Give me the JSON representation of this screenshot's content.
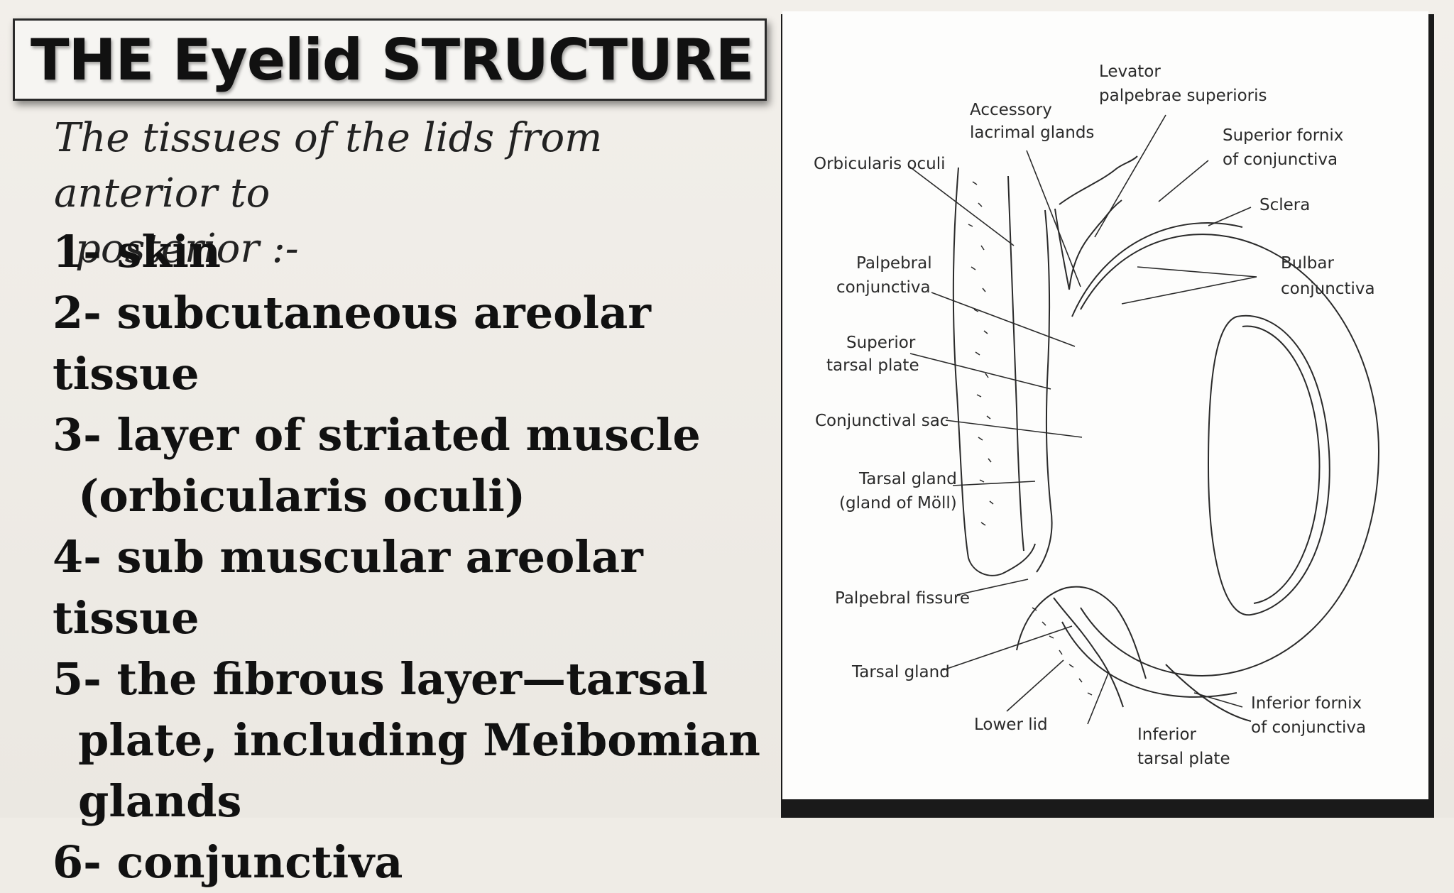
{
  "slide": {
    "title": "THE Eyelid STRUCTURE",
    "intro_line1": "The tissues of the lids from anterior to",
    "intro_line2": "posterior :-",
    "items": [
      {
        "line1": "1- skin"
      },
      {
        "line1": "2- subcutaneous areolar tissue"
      },
      {
        "line1": "3- layer of striated muscle",
        "line2": "(orbicularis oculi)"
      },
      {
        "line1": "4- sub muscular areolar tissue"
      },
      {
        "line1": "5- the fibrous layer—tarsal",
        "line2": "plate, including Meibomian",
        "line3": "glands"
      },
      {
        "line1": "6- conjunctiva"
      }
    ]
  },
  "diagram": {
    "labels": {
      "levator_1": "Levator",
      "levator_2": "palpebrae superioris",
      "accessory_1": "Accessory",
      "accessory_2": "lacrimal glands",
      "orbicularis": "Orbicularis oculi",
      "sup_fornix_1": "Superior fornix",
      "sup_fornix_2": "of conjunctiva",
      "sclera": "Sclera",
      "palpebral_conj_1": "Palpebral",
      "palpebral_conj_2": "conjunctiva",
      "bulbar_1": "Bulbar",
      "bulbar_2": "conjunctiva",
      "sup_tarsal_1": "Superior",
      "sup_tarsal_2": "tarsal plate",
      "conj_sac": "Conjunctival sac",
      "tarsal_gland_moll_1": "Tarsal gland",
      "tarsal_gland_moll_2": "(gland of Möll)",
      "palpebral_fissure": "Palpebral fissure",
      "tarsal_gland": "Tarsal gland",
      "lower_lid": "Lower lid",
      "inf_tarsal_1": "Inferior",
      "inf_tarsal_2": "tarsal plate",
      "inf_fornix_1": "Inferior fornix",
      "inf_fornix_2": "of conjunctiva"
    }
  }
}
